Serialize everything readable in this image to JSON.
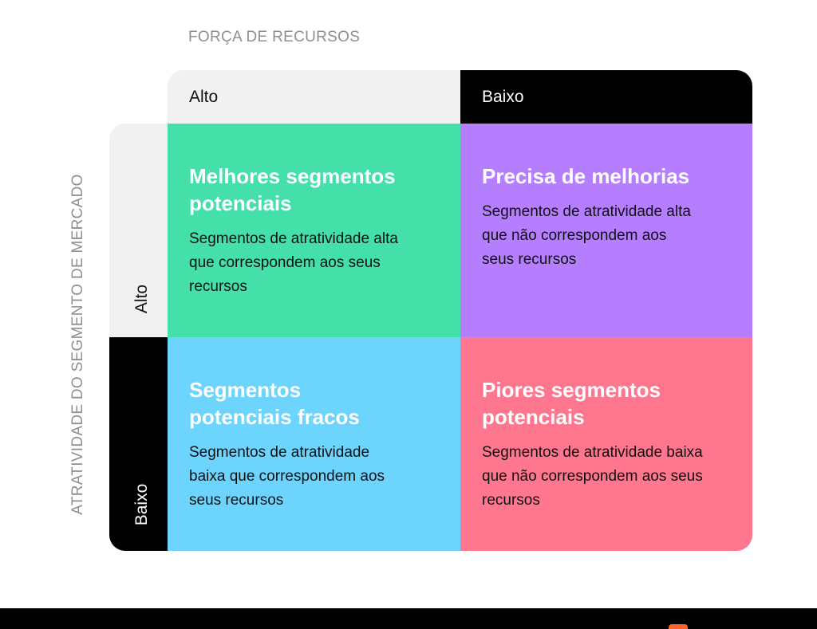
{
  "axes": {
    "x_title": "FORÇA DE RECURSOS",
    "y_title": "ATRATIVIDADE DO SEGMENTO DE MERCADO"
  },
  "columns": {
    "alto": "Alto",
    "baixo": "Baixo"
  },
  "rows": {
    "alto": "Alto",
    "baixo": "Baixo"
  },
  "cells": {
    "top_left": {
      "title": "Melhores segmentos potenciais",
      "description": "Segmentos de atratividade alta que correspondem aos seus recursos"
    },
    "top_right": {
      "title": "Precisa de melhorias",
      "description": "Segmentos de atratividade alta que não correspondem aos seus recursos"
    },
    "bottom_left": {
      "title": "Segmentos potenciais fracos",
      "description": "Segmentos de atratividade baixa que correspondem aos seus recursos"
    },
    "bottom_right": {
      "title": "Piores segmentos potenciais",
      "description": "Segmentos de atratividade baixa que não correspondem aos seus recursos"
    }
  },
  "colors": {
    "green": "#45e0a9",
    "purple": "#b57efe",
    "blue": "#6dd5fd",
    "pink": "#fe778f",
    "header_light": "#f1f1f1",
    "header_dark": "#000000",
    "axis_text": "#8f8f8f",
    "brand_orange": "#ff642d"
  }
}
